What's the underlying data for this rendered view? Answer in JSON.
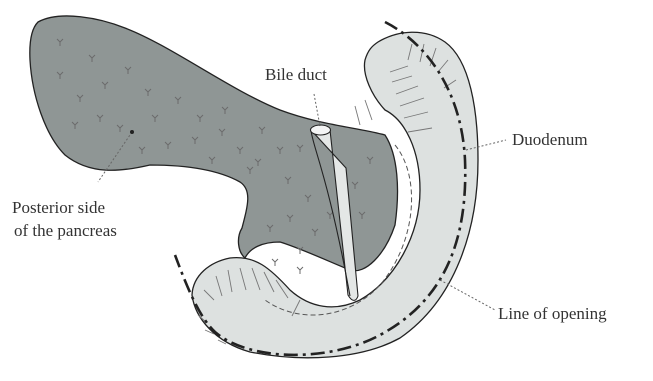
{
  "labels": {
    "bile_duct": "Bile duct",
    "duodenum": "Duodenum",
    "posterior_line1": "Posterior side",
    "posterior_line2": "of the pancreas",
    "line_of_opening": "Line of opening"
  },
  "colors": {
    "pancreas_fill": "#8f9695",
    "duodenum_fill": "#dde1e0",
    "outline": "#222222",
    "leader_line": "#666666",
    "background": "#ffffff"
  },
  "icons": {
    "pancreas_texture": "y-shaped-marks"
  }
}
